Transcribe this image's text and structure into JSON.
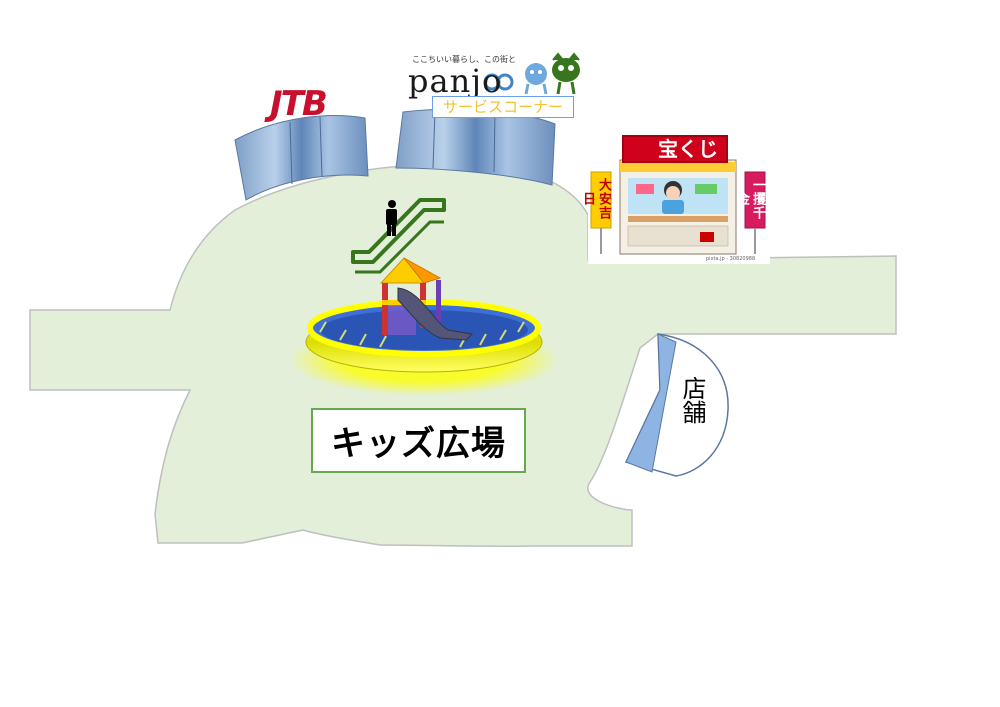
{
  "map": {
    "labels": {
      "kids_plaza": "キッズ広場",
      "shop": "店舗",
      "jtb": "JTB",
      "panjo_tagline": "ここちいい暮らし、この街と",
      "panjo": "panjo",
      "service_corner": "サービスコーナー",
      "lottery": "宝くじ",
      "banner_left": "大安吉日",
      "banner_right": "一攫千金",
      "image_credit": "pixta.jp - 30820988"
    },
    "icons": {
      "escalator": "escalator-icon",
      "playground": "playground-icon",
      "lottery_booth": "lottery-booth-icon",
      "mascot": "mascot-icon"
    },
    "colors": {
      "floor": "#e3efd9",
      "floor_border": "#bfbfbf",
      "kids_label_border": "#6aa84f",
      "escalator": "#38761d",
      "pool_ring": "#ffff00",
      "pool_inner": "#3d6fd6",
      "shop": "#8eb4e3",
      "lottery_red": "#d0021b",
      "service_corner_text": "#f1c232"
    }
  }
}
